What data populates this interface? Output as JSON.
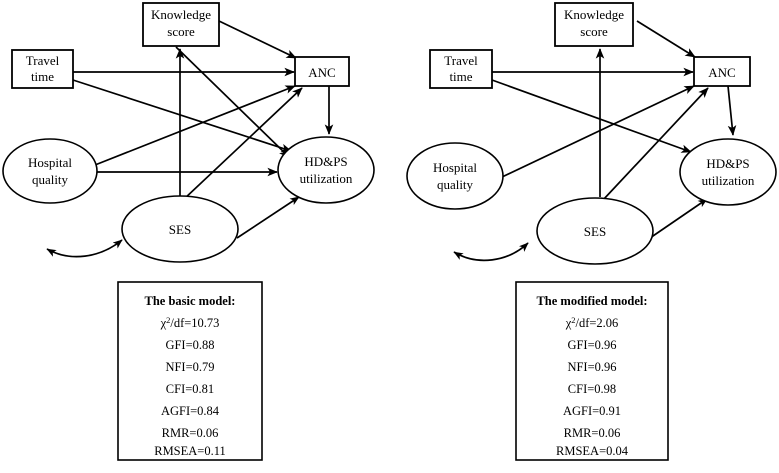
{
  "figure": {
    "type": "path-diagram",
    "description": "Structural equation model path diagrams: basic model and modified model"
  },
  "panels": [
    {
      "id": "basic",
      "nodes": {
        "travel_time": "Travel\ntime",
        "travel_time_line1": "Travel",
        "travel_time_line2": "time",
        "knowledge_line1": "Knowledge",
        "knowledge_line2": "score",
        "anc": "ANC",
        "hospital_line1": "Hospital",
        "hospital_line2": "quality",
        "ses": "SES",
        "hdps_line1": "HD&PS",
        "hdps_line2": "utilization"
      },
      "edges": [
        {
          "from": "knowledge_score",
          "to": "anc",
          "kind": "directed"
        },
        {
          "from": "travel_time",
          "to": "anc",
          "kind": "directed"
        },
        {
          "from": "travel_time",
          "to": "hdps_utilization",
          "kind": "directed"
        },
        {
          "from": "hospital_quality",
          "to": "anc",
          "kind": "directed"
        },
        {
          "from": "hospital_quality",
          "to": "hdps_utilization",
          "kind": "directed"
        },
        {
          "from": "ses",
          "to": "knowledge_score",
          "kind": "directed"
        },
        {
          "from": "ses",
          "to": "anc",
          "kind": "directed"
        },
        {
          "from": "ses",
          "to": "hdps_utilization",
          "kind": "directed"
        },
        {
          "from": "knowledge_score",
          "to": "hdps_utilization",
          "kind": "directed"
        },
        {
          "from": "anc",
          "to": "hdps_utilization",
          "kind": "directed"
        },
        {
          "from": "hospital_quality",
          "to": "ses",
          "kind": "covariance"
        }
      ],
      "fit": {
        "title": "The basic model:",
        "chi_symbol": "χ",
        "chi_sup": "2",
        "chi_rest": "/df=10.73",
        "lines": [
          "GFI=0.88",
          "NFI=0.79",
          "CFI=0.81",
          "AGFI=0.84",
          "RMR=0.06",
          "RMSEA=0.11"
        ]
      }
    },
    {
      "id": "modified",
      "nodes": {
        "travel_time_line1": "Travel",
        "travel_time_line2": "time",
        "knowledge_line1": "Knowledge",
        "knowledge_line2": "score",
        "anc": "ANC",
        "hospital_line1": "Hospital",
        "hospital_line2": "quality",
        "ses": "SES",
        "hdps_line1": "HD&PS",
        "hdps_line2": "utilization"
      },
      "edges": [
        {
          "from": "knowledge_score",
          "to": "anc",
          "kind": "directed"
        },
        {
          "from": "travel_time",
          "to": "anc",
          "kind": "directed"
        },
        {
          "from": "travel_time",
          "to": "hdps_utilization",
          "kind": "directed"
        },
        {
          "from": "hospital_quality",
          "to": "anc",
          "kind": "directed"
        },
        {
          "from": "ses",
          "to": "knowledge_score",
          "kind": "directed"
        },
        {
          "from": "ses",
          "to": "anc",
          "kind": "directed"
        },
        {
          "from": "ses",
          "to": "hdps_utilization",
          "kind": "directed"
        },
        {
          "from": "anc",
          "to": "hdps_utilization",
          "kind": "directed"
        },
        {
          "from": "hospital_quality",
          "to": "ses",
          "kind": "covariance"
        }
      ],
      "fit": {
        "title": "The modified model:",
        "chi_symbol": "χ",
        "chi_sup": "2",
        "chi_rest": "/df=2.06",
        "lines": [
          "GFI=0.96",
          "NFI=0.96",
          "CFI=0.98",
          "AGFI=0.91",
          "RMR=0.06",
          "RMSEA=0.04"
        ]
      }
    }
  ],
  "colors": {
    "stroke": "#000000",
    "fill": "#ffffff",
    "text": "#000000"
  }
}
